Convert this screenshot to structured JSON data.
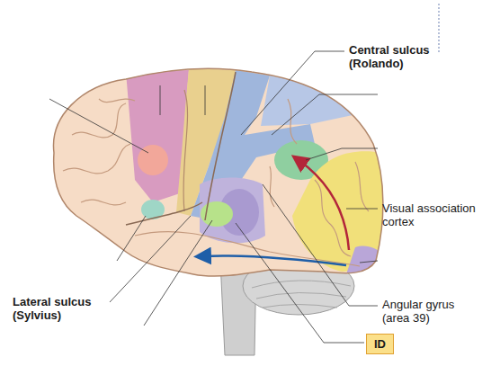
{
  "diagram": {
    "nodes": [
      {
        "text": [
          "ID"
        ]
      }
    ],
    "labels": [
      "Central sulcus (Rolando)",
      "Visual association cortex",
      "Lateral sulcus (Sylvius)",
      "Angular gyrus (area 39)"
    ]
  }
}
